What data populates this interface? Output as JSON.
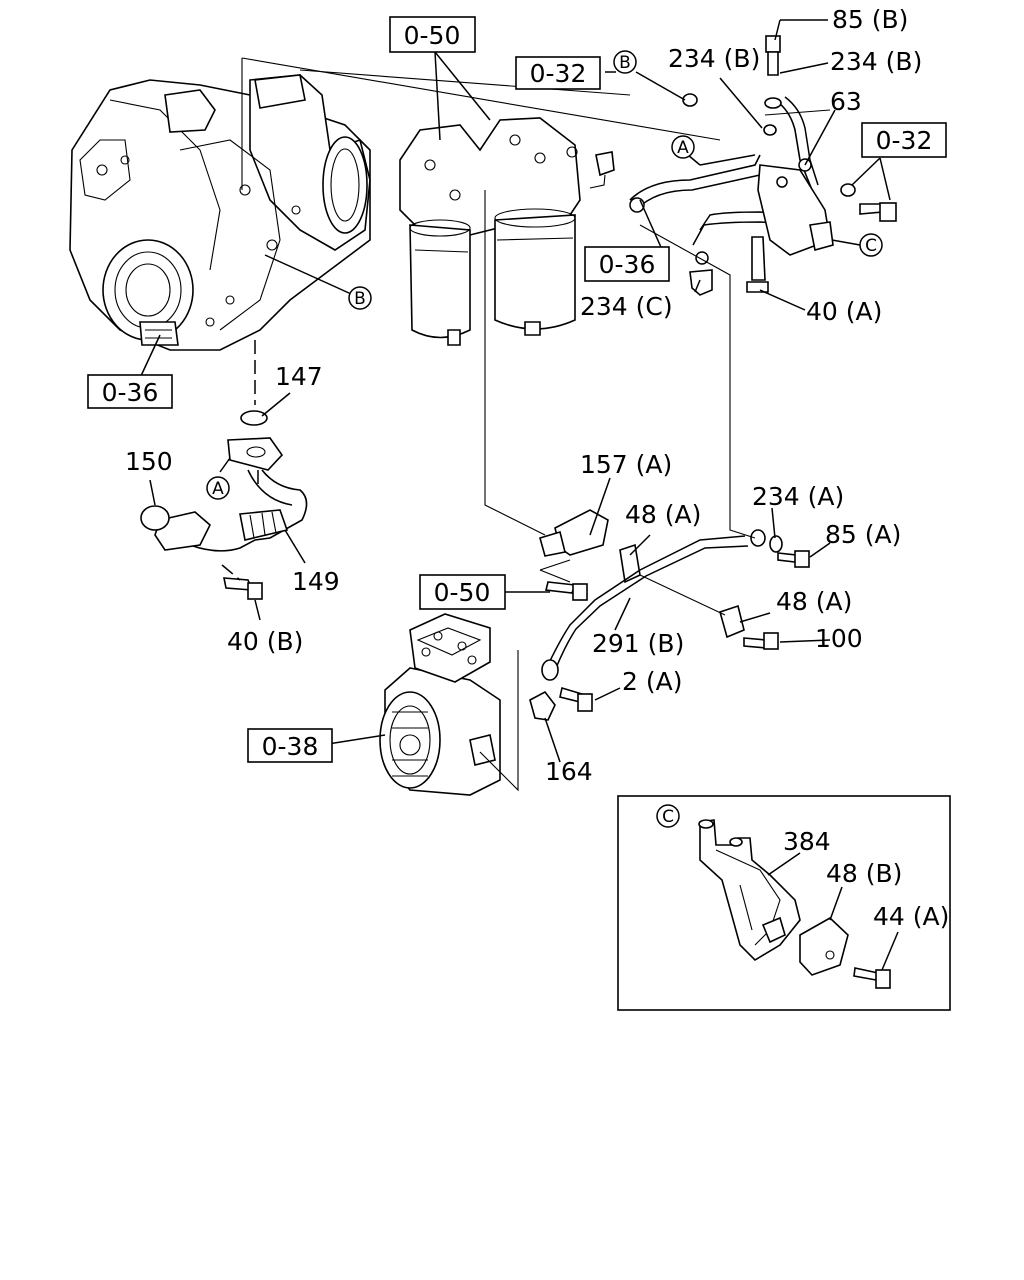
{
  "ref_boxes": {
    "r050_top": "0-50",
    "r032_top": "0-32",
    "r032_right": "0-32",
    "r036_mid": "0-36",
    "r036_left": "0-36",
    "r050_mid": "0-50",
    "r038": "0-38"
  },
  "callouts": {
    "A_top": "A",
    "A_left": "A",
    "B_top": "B",
    "B_turbo": "B",
    "C_bracket": "C",
    "C_inset": "C"
  },
  "part_labels": {
    "p85B": "85 (B)",
    "p234B_a": "234 (B)",
    "p234B_b": "234 (B)",
    "p63": "63",
    "p234C": "234 (C)",
    "p40A": "40 (A)",
    "p147": "147",
    "p150": "150",
    "p149": "149",
    "p40B": "40 (B)",
    "p157A": "157 (A)",
    "p48A_a": "48 (A)",
    "p234A": "234 (A)",
    "p85A": "85 (A)",
    "p48A_b": "48 (A)",
    "p100": "100",
    "p291B": "291 (B)",
    "p2A": "2 (A)",
    "p164": "164",
    "p384": "384",
    "p48B": "48 (B)",
    "p44A": "44 (A)"
  }
}
